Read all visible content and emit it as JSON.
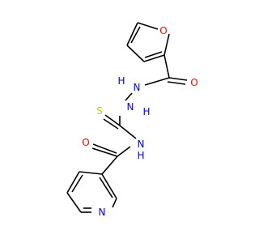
{
  "molecule": {
    "atoms": {
      "furan_o": {
        "text": "O",
        "color": "#ff0000"
      },
      "furan_carbonyl_o": {
        "text": "O",
        "color": "#ff0000"
      },
      "hydrazide_nh_1": {
        "text": "N",
        "color": "#0000ff"
      },
      "hydrazide_h_1": {
        "text": "H",
        "color": "#0000ff"
      },
      "hydrazide_nh_2": {
        "text": "N",
        "color": "#0000ff"
      },
      "hydrazide_h_2": {
        "text": "H",
        "color": "#0000ff"
      },
      "thio_s": {
        "text": "S",
        "color": "#cccc00"
      },
      "amide_nh": {
        "text": "N",
        "color": "#0000ff"
      },
      "amide_h": {
        "text": "H",
        "color": "#0000ff"
      },
      "nicotinoyl_o": {
        "text": "O",
        "color": "#ff0000"
      },
      "pyridine_n": {
        "text": "N",
        "color": "#0000ff"
      }
    },
    "bond_color": "#000000"
  }
}
